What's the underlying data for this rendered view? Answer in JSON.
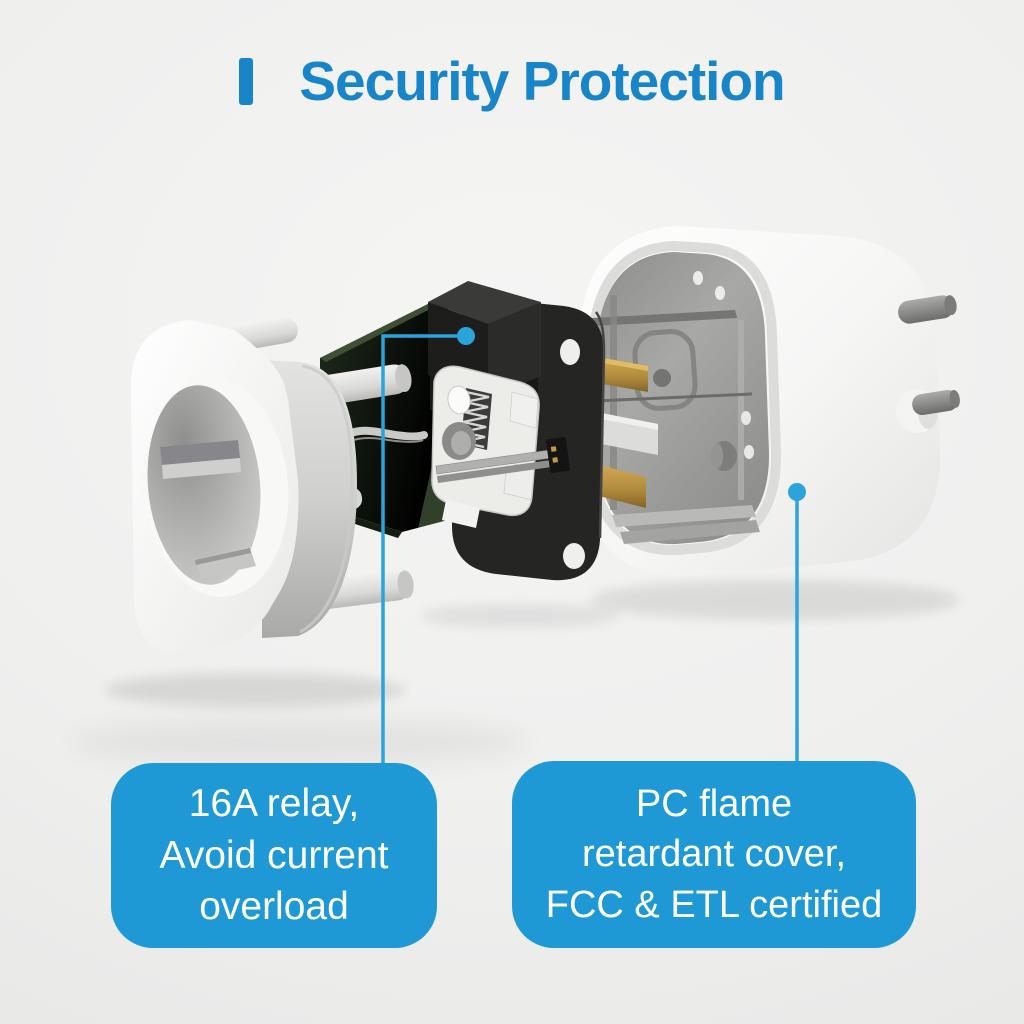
{
  "header": {
    "title": "Security Protection"
  },
  "callouts": {
    "relay": {
      "lines": [
        "16A relay,",
        "Avoid current",
        "overload"
      ]
    },
    "cover": {
      "lines": [
        "PC flame",
        "retardant cover,",
        "FCC & ETL certified"
      ]
    }
  },
  "colors": {
    "title_blue": "#1885c8",
    "callout_blue": "#1f99d6",
    "leader_blue": "#2ba4dc",
    "background_grey": "#efefee"
  },
  "illustration": {
    "label": "Exploded view of a white smart plug: socket cover, relay board, flame-retardant shell with pins"
  }
}
